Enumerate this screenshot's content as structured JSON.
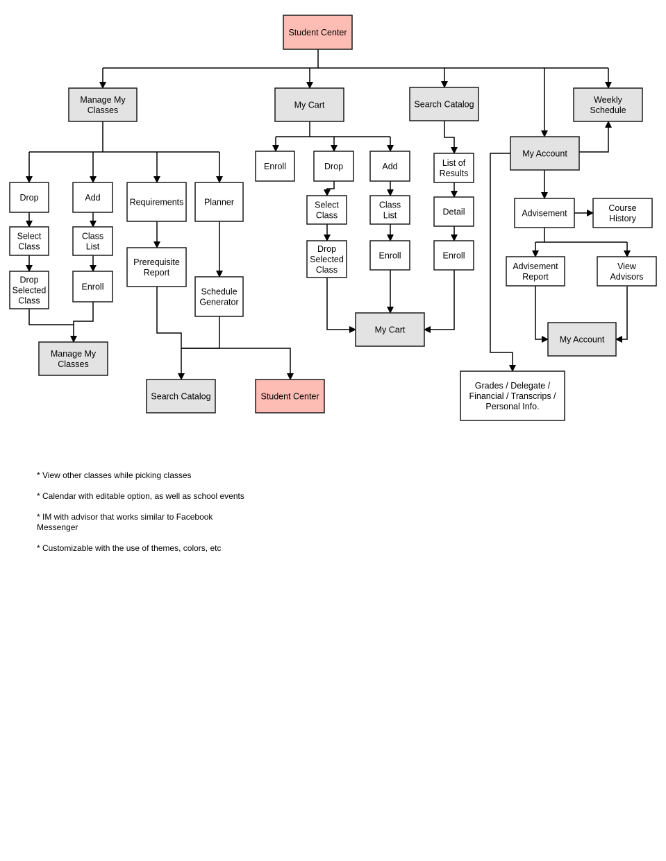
{
  "colors": {
    "plain": "#ffffff",
    "gray": "#e3e3e3",
    "pink": "#fdbcb4",
    "stroke": "#1a1a1a"
  },
  "nodes": {
    "sc": {
      "label": [
        "Student Center"
      ],
      "style": "pink"
    },
    "mmc1": {
      "label": [
        "Manage My",
        "Classes"
      ],
      "style": "gray"
    },
    "cart1": {
      "label": [
        "My Cart"
      ],
      "style": "gray"
    },
    "cat1": {
      "label": [
        "Search Catalog"
      ],
      "style": "gray"
    },
    "ws": {
      "label": [
        "Weekly",
        "Schedule"
      ],
      "style": "gray"
    },
    "acct1": {
      "label": [
        "My Account"
      ],
      "style": "gray"
    },
    "drop1": {
      "label": [
        "Drop"
      ],
      "style": "plain"
    },
    "add1": {
      "label": [
        "Add"
      ],
      "style": "plain"
    },
    "req": {
      "label": [
        "Requirements"
      ],
      "style": "plain"
    },
    "plan": {
      "label": [
        "Planner"
      ],
      "style": "plain"
    },
    "selc1": {
      "label": [
        "Select",
        "Class"
      ],
      "style": "plain"
    },
    "cl1": {
      "label": [
        "Class",
        "List"
      ],
      "style": "plain"
    },
    "dsc1": {
      "label": [
        "Drop",
        "Selected",
        "Class"
      ],
      "style": "plain"
    },
    "enr1": {
      "label": [
        "Enroll"
      ],
      "style": "plain"
    },
    "mmc2": {
      "label": [
        "Manage My",
        "Classes"
      ],
      "style": "gray"
    },
    "prr": {
      "label": [
        "Prerequisite",
        "Report"
      ],
      "style": "plain"
    },
    "sg": {
      "label": [
        "Schedule",
        "Generator"
      ],
      "style": "plain"
    },
    "cat2": {
      "label": [
        "Search Catalog"
      ],
      "style": "gray"
    },
    "sc2": {
      "label": [
        "Student Center"
      ],
      "style": "pink"
    },
    "enr2": {
      "label": [
        "Enroll"
      ],
      "style": "plain"
    },
    "drop2": {
      "label": [
        "Drop"
      ],
      "style": "plain"
    },
    "add2": {
      "label": [
        "Add"
      ],
      "style": "plain"
    },
    "selc2": {
      "label": [
        "Select",
        "Class"
      ],
      "style": "plain"
    },
    "cl2": {
      "label": [
        "Class",
        "List"
      ],
      "style": "plain"
    },
    "dsc2": {
      "label": [
        "Drop",
        "Selected",
        "Class"
      ],
      "style": "plain"
    },
    "enr3": {
      "label": [
        "Enroll"
      ],
      "style": "plain"
    },
    "cart2": {
      "label": [
        "My Cart"
      ],
      "style": "gray"
    },
    "lor": {
      "label": [
        "List of",
        "Results"
      ],
      "style": "plain"
    },
    "det": {
      "label": [
        "Detail"
      ],
      "style": "plain"
    },
    "enr4": {
      "label": [
        "Enroll"
      ],
      "style": "plain"
    },
    "adv": {
      "label": [
        "Advisement"
      ],
      "style": "plain"
    },
    "ch": {
      "label": [
        "Course",
        "History"
      ],
      "style": "plain"
    },
    "ar": {
      "label": [
        "Advisement",
        "Report"
      ],
      "style": "plain"
    },
    "va": {
      "label": [
        "View",
        "Advisors"
      ],
      "style": "plain"
    },
    "acct2": {
      "label": [
        "My Account"
      ],
      "style": "gray"
    },
    "grades": {
      "label": [
        "Grades / Delegate /",
        "Financial / Transcrips /",
        "Personal Info."
      ],
      "style": "plain"
    }
  },
  "notes": [
    "* View other classes while picking classes",
    "* Calendar with editable option, as well as school events",
    "* IM with advisor that works similar to Facebook Messenger",
    "* Customizable with the use of themes, colors, etc"
  ]
}
